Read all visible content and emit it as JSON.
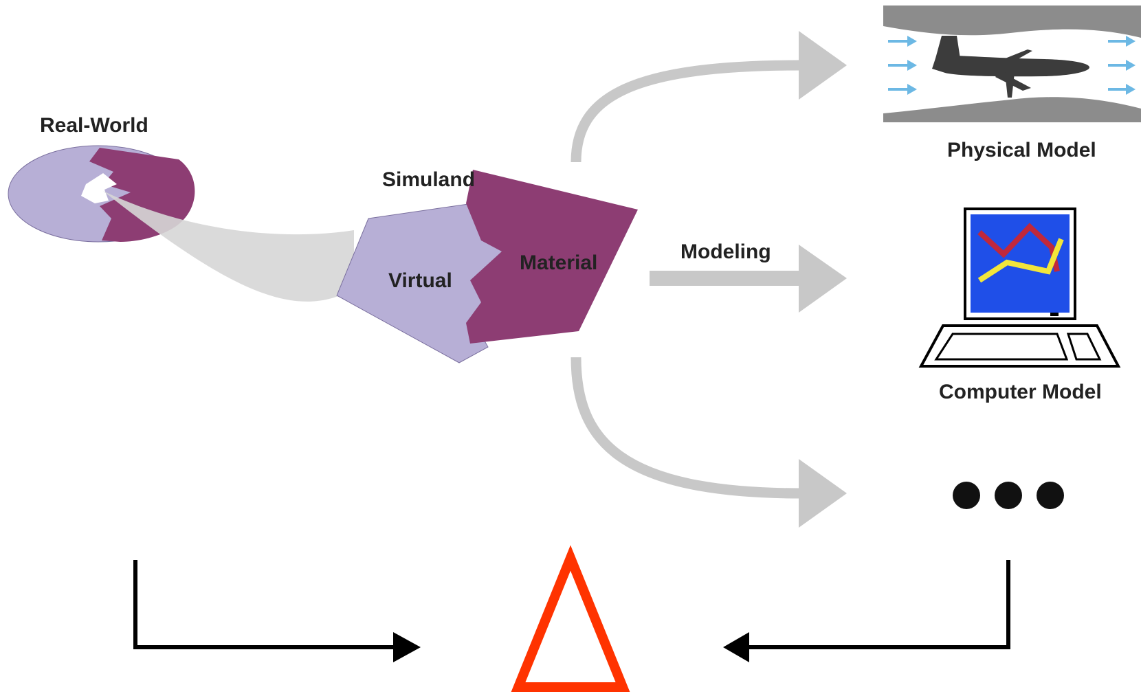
{
  "labels": {
    "real_world": "Real-World",
    "simuland": "Simuland",
    "virtual": "Virtual",
    "material": "Material",
    "modeling": "Modeling",
    "physical_model": "Physical Model",
    "computer_model": "Computer Model"
  },
  "colors": {
    "virtual": "#b7afd6",
    "material": "#8d3d73",
    "flow_arrow": "#c8c8c8",
    "connector": "#000000",
    "delta": "#ff3300",
    "screen": "#1f4fe8",
    "chart_line_red": "#c0283c",
    "chart_line_yellow": "#f2e63a",
    "wind_arrow": "#6cb8e4",
    "airplane": "#3c3c3c"
  },
  "icons": {
    "physical_model": "airplane-wind-tunnel-icon",
    "computer_model": "laptop-chart-icon",
    "more": "ellipsis-icon",
    "difference": "delta-triangle-icon"
  }
}
